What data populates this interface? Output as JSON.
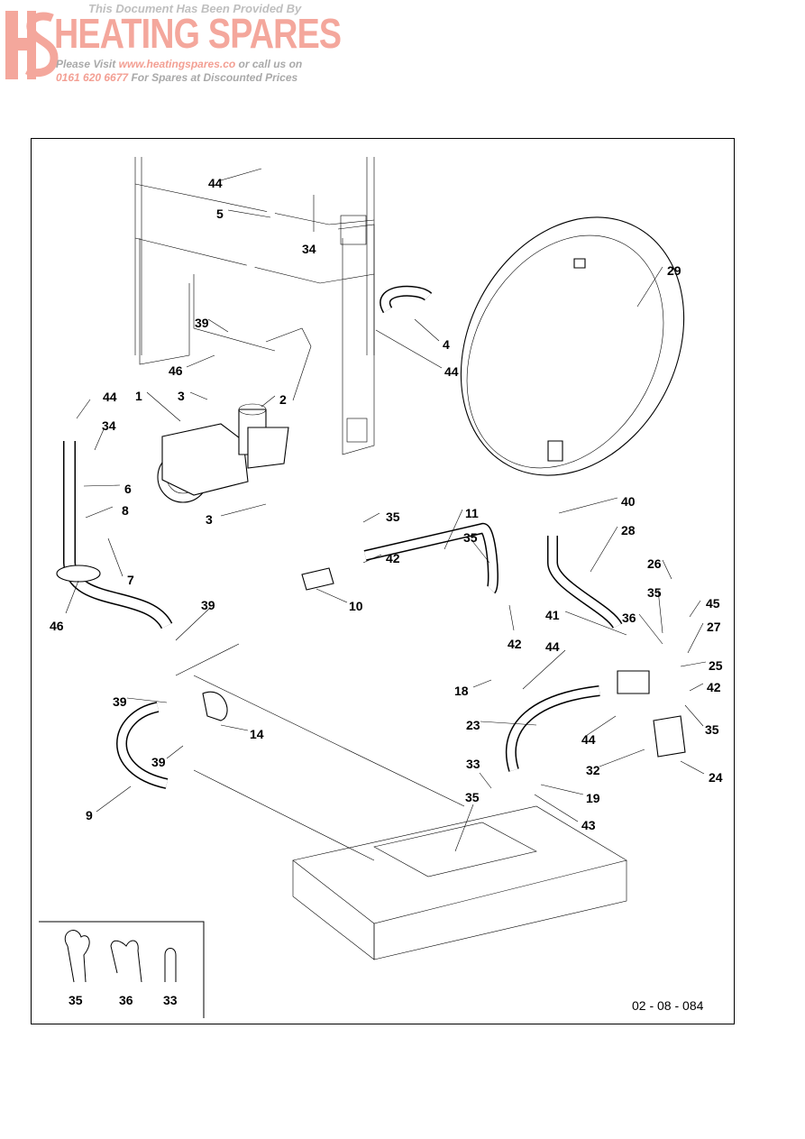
{
  "banner": {
    "top_line": "This Document Has Been Provided By",
    "brand": "HEATING SPARES",
    "visit_prefix": "Please Visit",
    "website": "www.heatingspares.co",
    "visit_suffix": "or call us on",
    "phone": "0161 620 6677",
    "phone_suffix": "For Spares at Discounted Prices",
    "colors": {
      "accent": "#f4a79c",
      "grey_text": "#a9a9a9"
    }
  },
  "diagram": {
    "reference": "02 - 08 - 084",
    "part_labels": [
      {
        "id": "p44a",
        "text": "44"
      },
      {
        "id": "p5",
        "text": "5"
      },
      {
        "id": "p34a",
        "text": "34"
      },
      {
        "id": "p29",
        "text": "29"
      },
      {
        "id": "p39a",
        "text": "39"
      },
      {
        "id": "p4",
        "text": "4"
      },
      {
        "id": "p46a",
        "text": "46"
      },
      {
        "id": "p44b",
        "text": "44"
      },
      {
        "id": "p1",
        "text": "1"
      },
      {
        "id": "p3a",
        "text": "3"
      },
      {
        "id": "p2",
        "text": "2"
      },
      {
        "id": "p44c",
        "text": "44"
      },
      {
        "id": "p34b",
        "text": "34"
      },
      {
        "id": "p6",
        "text": "6"
      },
      {
        "id": "p8",
        "text": "8"
      },
      {
        "id": "p3b",
        "text": "3"
      },
      {
        "id": "p7",
        "text": "7"
      },
      {
        "id": "p35a",
        "text": "35"
      },
      {
        "id": "p11",
        "text": "11"
      },
      {
        "id": "p35b",
        "text": "35"
      },
      {
        "id": "p40",
        "text": "40"
      },
      {
        "id": "p28",
        "text": "28"
      },
      {
        "id": "p26",
        "text": "26"
      },
      {
        "id": "p42a",
        "text": "42"
      },
      {
        "id": "p10",
        "text": "10"
      },
      {
        "id": "p46b",
        "text": "46"
      },
      {
        "id": "p39b",
        "text": "39"
      },
      {
        "id": "p42b",
        "text": "42"
      },
      {
        "id": "p35c",
        "text": "35"
      },
      {
        "id": "p45",
        "text": "45"
      },
      {
        "id": "p41",
        "text": "41"
      },
      {
        "id": "p36a",
        "text": "36"
      },
      {
        "id": "p27",
        "text": "27"
      },
      {
        "id": "p44d",
        "text": "44"
      },
      {
        "id": "p25",
        "text": "25"
      },
      {
        "id": "p18",
        "text": "18"
      },
      {
        "id": "p42c",
        "text": "42"
      },
      {
        "id": "p39c",
        "text": "39"
      },
      {
        "id": "p14",
        "text": "14"
      },
      {
        "id": "p23",
        "text": "23"
      },
      {
        "id": "p35d",
        "text": "35"
      },
      {
        "id": "p44e",
        "text": "44"
      },
      {
        "id": "p39d",
        "text": "39"
      },
      {
        "id": "p32",
        "text": "32"
      },
      {
        "id": "p33a",
        "text": "33"
      },
      {
        "id": "p24",
        "text": "24"
      },
      {
        "id": "p19",
        "text": "19"
      },
      {
        "id": "p9",
        "text": "9"
      },
      {
        "id": "p35e",
        "text": "35"
      },
      {
        "id": "p43",
        "text": "43"
      }
    ],
    "legend": [
      {
        "text": "35",
        "icon": "spring-clip-35-icon"
      },
      {
        "text": "36",
        "icon": "spring-clip-36-icon"
      },
      {
        "text": "33",
        "icon": "spring-clip-33-icon"
      }
    ]
  }
}
